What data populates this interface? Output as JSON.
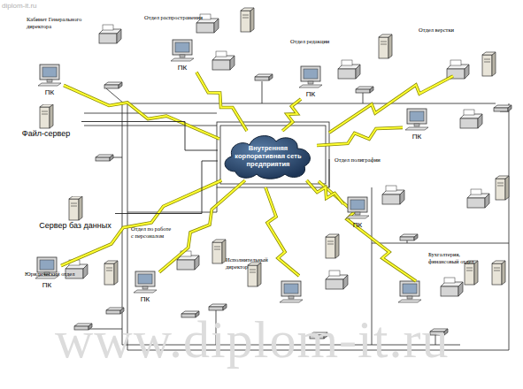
{
  "diagram": {
    "nodes": [
      {
        "text": [
          "Внутренняя корпоративная сеть предприятия"
        ]
      },
      {
        "text": [
          "ПК"
        ]
      },
      {
        "text": [
          "ПК"
        ]
      },
      {
        "text": [
          "ПК"
        ]
      },
      {
        "text": [
          "ПК"
        ]
      },
      {
        "text": [
          "ПК"
        ]
      },
      {
        "text": [
          "ПК"
        ]
      },
      {
        "text": [
          "ПК"
        ]
      },
      {
        "text": [
          "Файл-сервер"
        ]
      },
      {
        "text": [
          "Сервер баз данных"
        ]
      }
    ],
    "edges": [
      {
        "from": 0,
        "to": 1,
        "arrow": "none"
      },
      {
        "from": 0,
        "to": 2,
        "arrow": "none"
      },
      {
        "from": 0,
        "to": 3,
        "arrow": "none"
      },
      {
        "from": 0,
        "to": 4,
        "arrow": "none"
      },
      {
        "from": 0,
        "to": 5,
        "arrow": "none"
      },
      {
        "from": 0,
        "to": 6,
        "arrow": "none"
      },
      {
        "from": 0,
        "to": 7,
        "arrow": "none"
      },
      {
        "from": 0,
        "to": 8,
        "arrow": "none"
      },
      {
        "from": 0,
        "to": 9,
        "arrow": "none"
      }
    ],
    "labels": [
      "Кабинет Генерального директора",
      "Отдел распространения",
      "Отдел редакции",
      "Отдел верстки",
      "Отдел полиграфии",
      "Бухгалтерия, финансовый отдел",
      "Исполнительный директор",
      "Отдел по работе с персоналом",
      "Юридический отдел",
      "diplom-it.ru",
      "www.diplom-it.ru"
    ]
  }
}
